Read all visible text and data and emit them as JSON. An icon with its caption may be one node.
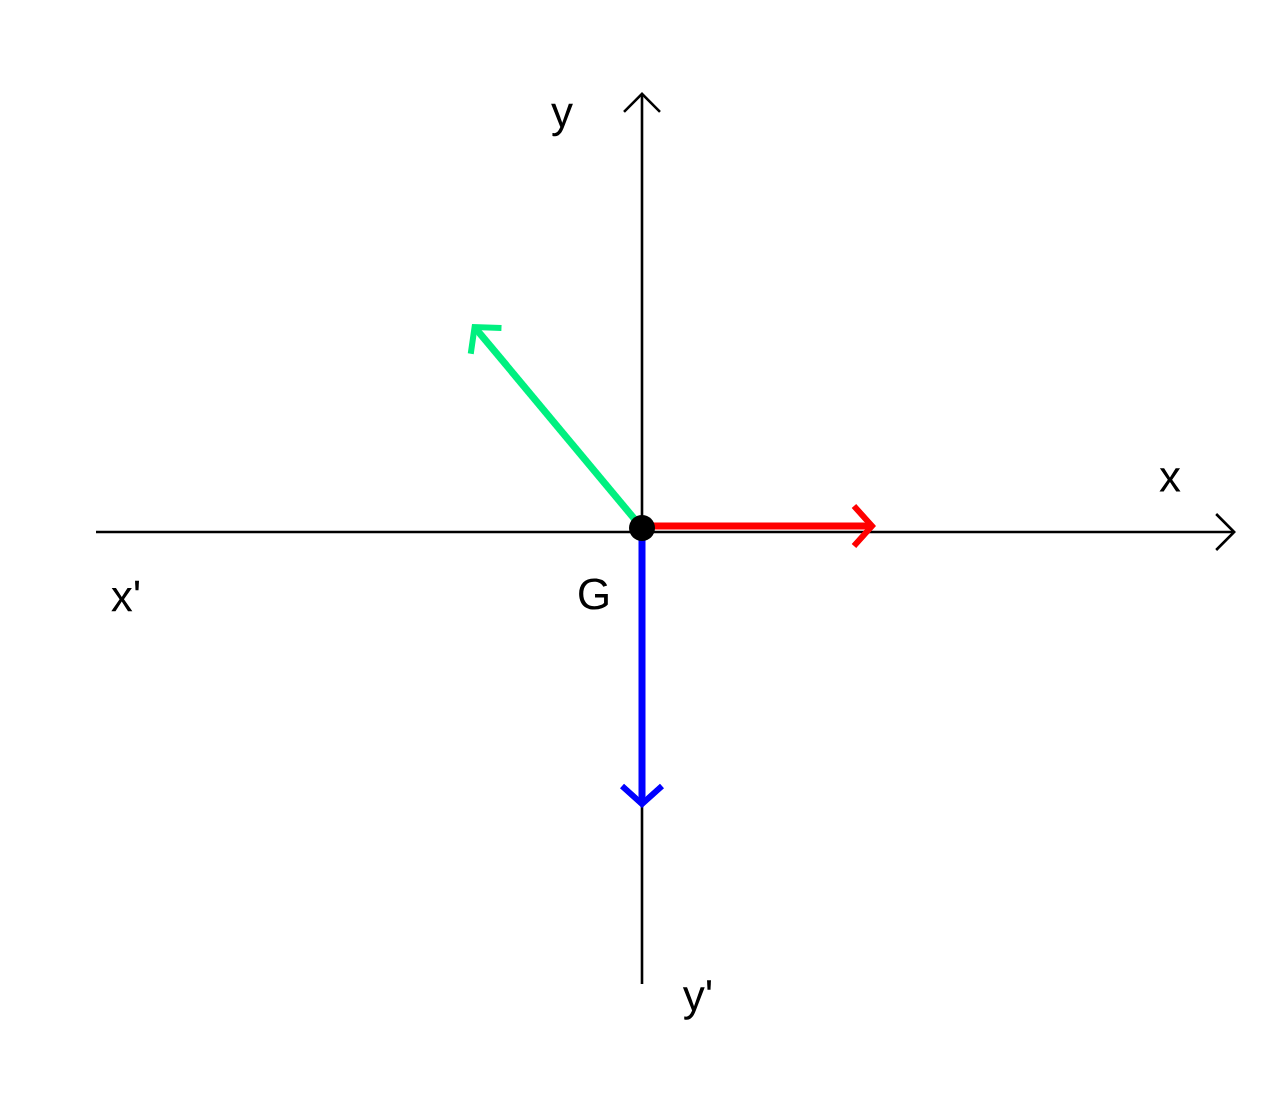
{
  "diagram": {
    "labels": [
      "y",
      "x",
      "x'",
      "G",
      "y'"
    ]
  }
}
